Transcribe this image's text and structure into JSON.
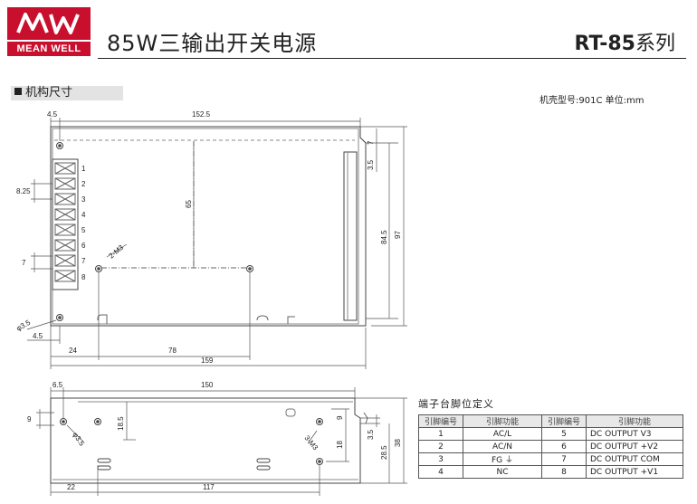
{
  "header": {
    "brand": "MEAN WELL",
    "title": "85W三输出开关电源",
    "model": "RT-85",
    "model_suffix": "系列"
  },
  "section": {
    "title": "机构尺寸",
    "case_note": "机壳型号:901C 单位:mm"
  },
  "top_view": {
    "dims": {
      "d_4_5_top": "4.5",
      "d_152_5": "152.5",
      "d_8_25": "8.25",
      "d_65": "65",
      "d_7_left": "7",
      "d_2m3": "2-M3",
      "d_7_right": "7",
      "d_3_5_right": "3.5",
      "d_84_5": "84.5",
      "d_97": "97",
      "d_phi35": "φ3.5",
      "d_4_5_bottom": "4.5",
      "d_24": "24",
      "d_78": "78",
      "d_159": "159"
    },
    "pins": [
      "1",
      "2",
      "3",
      "4",
      "5",
      "6",
      "7",
      "8"
    ]
  },
  "side_view": {
    "dims": {
      "d_6_5": "6.5",
      "d_150": "150",
      "d_9_left": "9",
      "d_phi35": "φ3.5",
      "d_18_5": "18.5",
      "d_9_right": "9",
      "d_3m3": "3-M3",
      "d_18": "18",
      "d_3_5": "3.5",
      "d_28_5": "28.5",
      "d_38": "38",
      "d_22": "22",
      "d_117": "117"
    }
  },
  "pin_table": {
    "title": "端子台脚位定义",
    "headers": [
      "引脚编号",
      "引脚功能",
      "引脚编号",
      "引脚功能"
    ],
    "rows": [
      [
        "1",
        "AC/L",
        "5",
        "DC OUTPUT V3"
      ],
      [
        "2",
        "AC/N",
        "6",
        "DC OUTPUT +V2"
      ],
      [
        "3",
        "FG ⏚",
        "7",
        "DC OUTPUT COM"
      ],
      [
        "4",
        "NC",
        "8",
        "DC OUTPUT +V1"
      ]
    ]
  }
}
